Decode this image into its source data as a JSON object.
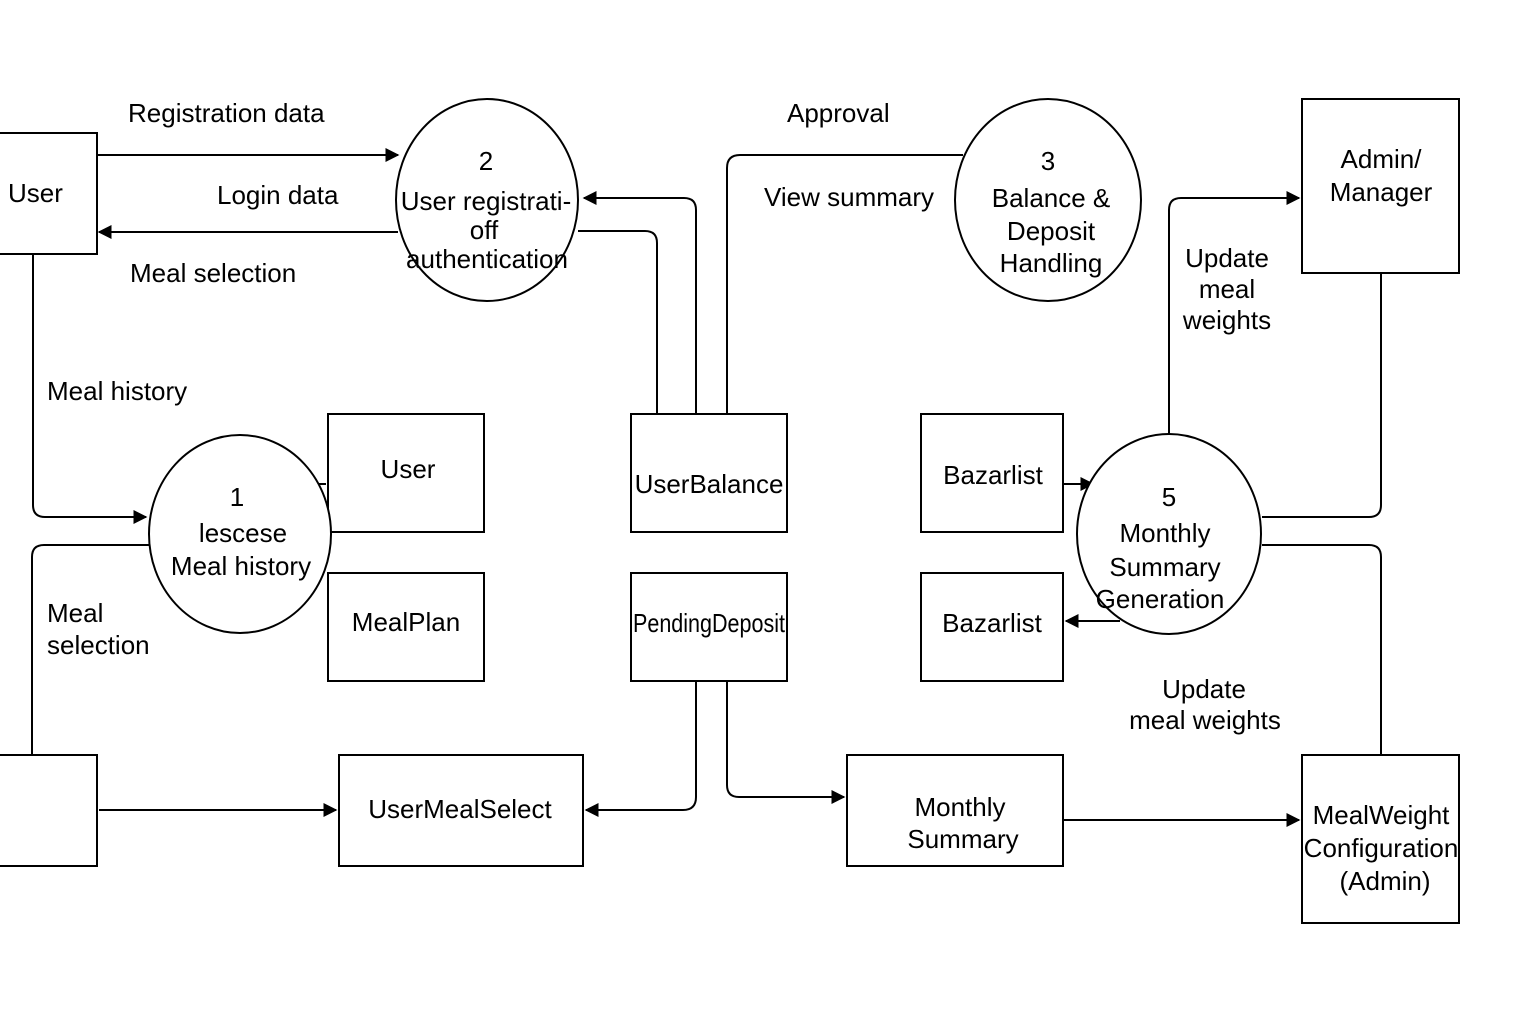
{
  "colors": {
    "stroke": "#000000",
    "background": "#ffffff"
  },
  "entities": {
    "user_top": "User",
    "admin_line1": "Admin/",
    "admin_line2": "Manager",
    "mealweight_line1": "MealWeight",
    "mealweight_line2": "Configuration",
    "mealweight_line3": "(Admin)"
  },
  "processes": {
    "p1_number": "1",
    "p1_line1": "lescese",
    "p1_line2": "Meal history",
    "p2_number": "2",
    "p2_line1": "User registrati-",
    "p2_line2": "off",
    "p2_line3": "authentication",
    "p3_number": "3",
    "p3_line1": "Balance &",
    "p3_line2": "Deposit",
    "p3_line3": "Handling",
    "p5_number": "5",
    "p5_line1": "Monthly",
    "p5_line2": "Summary",
    "p5_line3": "Generation"
  },
  "stores": {
    "user": "User",
    "mealplan": "MealPlan",
    "userbalance": "UserBalance",
    "pendingdeposit": "PendingDeposit",
    "bazarlist_1": "Bazarlist",
    "bazarlist_2": "Bazarlist",
    "usermealselect": "UserMealSelect",
    "monthly_line1": "Monthly",
    "monthly_line2": "Summary"
  },
  "flows": {
    "registration_data": "Registration  data",
    "login_data": "Login data",
    "meal_selection_top": "Meal selection",
    "meal_history": "Meal history",
    "meal_selection_left_1": "Meal",
    "meal_selection_left_2": "selection",
    "approval": "Approval",
    "view_summary": "View summary",
    "update_weights_top_1": "Update",
    "update_weights_top_2": "meal",
    "update_weights_top_3": "weights",
    "update_weights_bottom_1": "Update",
    "update_weights_bottom_2": "meal weights"
  }
}
